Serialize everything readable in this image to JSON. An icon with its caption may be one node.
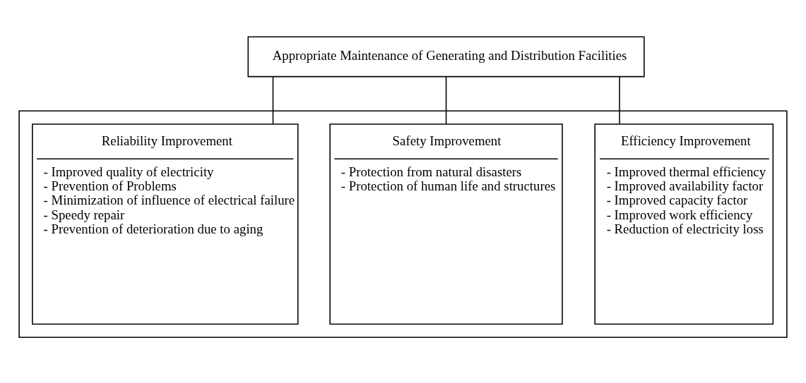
{
  "diagram": {
    "nodes": [
      {
        "text": [
          "Appropriate Maintenance of Generating and Distribution Facilities"
        ]
      },
      {
        "text": [],
        "shape": "box"
      },
      {
        "text": [
          "Reliability Improvement",
          "- Improved quality of electricity",
          "- Prevention of Problems",
          "- Minimization of influence of electrical failure",
          "- Speedy repair",
          "- Prevention of deterioration due to aging"
        ],
        "in": 1
      },
      {
        "text": [
          "Safety Improvement",
          "- Protection from natural disasters",
          "- Protection of human life and structures"
        ],
        "in": 1
      },
      {
        "text": [
          "Efficiency Improvement",
          "- Improved thermal efficiency",
          "- Improved availability factor",
          "- Improved capacity factor",
          "- Improved work efficiency",
          "- Reduction of electricity loss"
        ],
        "in": 1
      }
    ],
    "edges": [
      {
        "from": 0,
        "to": 2,
        "arrow": "none"
      },
      {
        "from": 0,
        "to": 3,
        "arrow": "none"
      },
      {
        "from": 0,
        "to": 4,
        "arrow": "none"
      }
    ]
  }
}
